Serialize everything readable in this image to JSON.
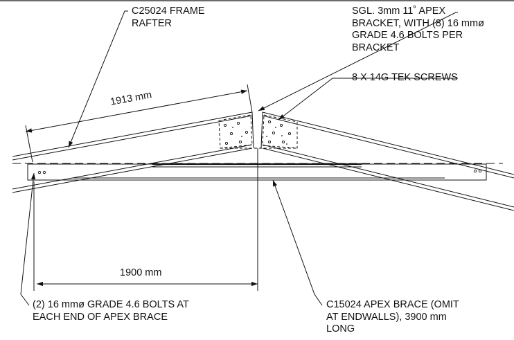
{
  "labels": {
    "frame_rafter": "C25024 FRAME\nRAFTER",
    "apex_bracket": "SGL. 3mm 11˚ APEX\nBRACKET, WITH (8) 16 mmø\nGRADE 4.6 BOLTS PER\nBRACKET",
    "tek_screws": "8 X 14G TEK SCREWS",
    "end_bolts": "(2) 16 mmø GRADE 4.6 BOLTS AT\nEACH END OF APEX BRACE",
    "apex_brace": "C15024 APEX BRACE (OMIT\nAT ENDWALLS), 3900 mm\nLONG"
  },
  "dimensions": {
    "rafter_length": "1913 mm",
    "horizontal_span": "1900 mm"
  },
  "colors": {
    "line": "#111111",
    "background": "#ffffff"
  }
}
